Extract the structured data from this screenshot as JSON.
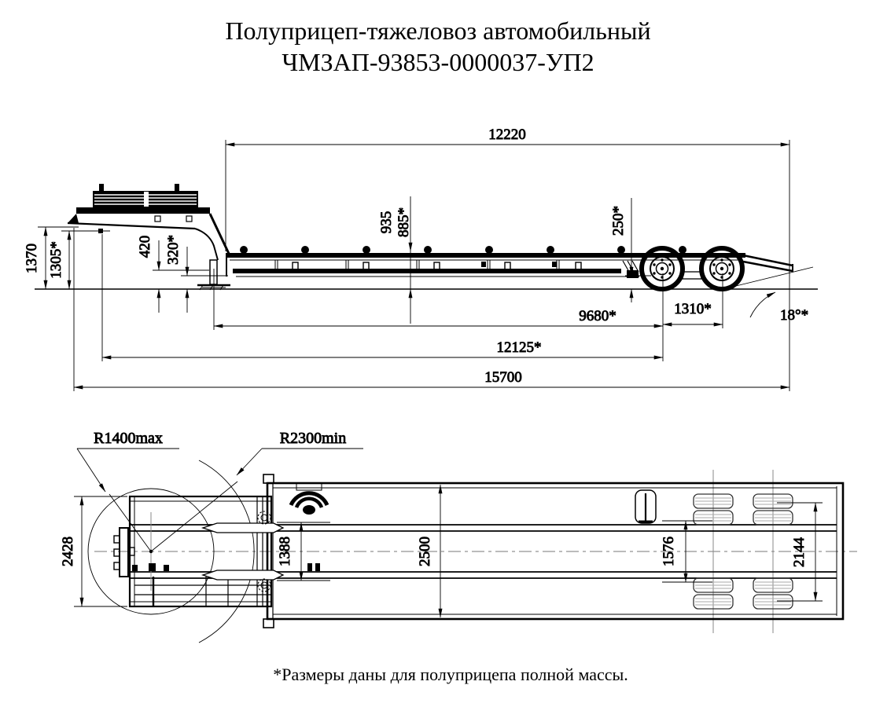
{
  "title": {
    "line1": "Полуприцеп-тяжеловоз автомобильный",
    "line2": "ЧМЗАП-93853-0000037-УП2"
  },
  "side_view": {
    "dims": {
      "platform_length": "12220",
      "overall_length": "15700",
      "kingpin_to_axle": "12125*",
      "frame_to_axle": "9680*",
      "bogie_spacing": "1310*",
      "coupling_height": "1370",
      "coupling_height_laden": "1305*",
      "gooseneck_clearance": "420",
      "gooseneck_clearance_laden": "320*",
      "deck_height": "935",
      "deck_height_laden": "885*",
      "rear_clearance_laden": "250*",
      "ramp_angle": "18°*"
    }
  },
  "top_view": {
    "dims": {
      "front_swing_radius": "R1400max",
      "rear_clearance_radius": "R2300min",
      "front_zone_width": "2428",
      "rail_spacing": "1388",
      "overall_width": "2500",
      "suspension_track": "1576",
      "overall_tire_width": "2144"
    }
  },
  "footnote": "*Размеры даны для полуприцепа полной массы."
}
